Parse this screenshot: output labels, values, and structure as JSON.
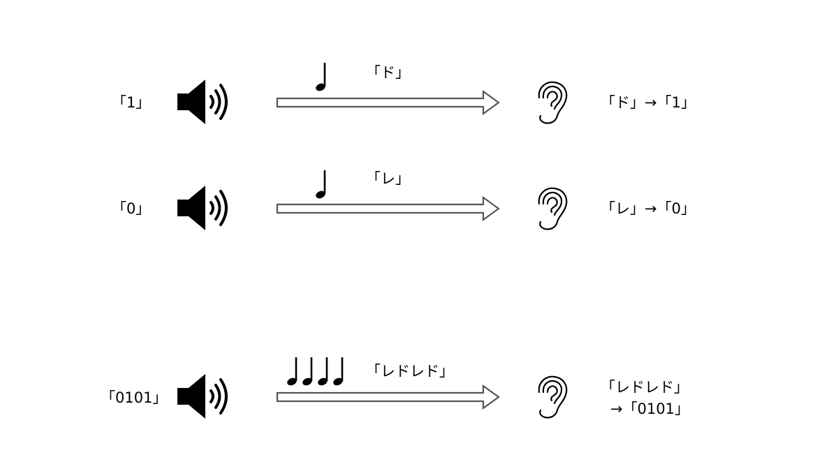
{
  "rows": [
    {
      "bits": "「1」",
      "tone": "「ド」",
      "note_count": 1,
      "result": "「ド」→「1」"
    },
    {
      "bits": "「0」",
      "tone": "「レ」",
      "note_count": 1,
      "result": "「レ」→「0」"
    },
    {
      "bits": "「0101」",
      "tone": "「レドレド」",
      "note_count": 4,
      "result_tone": "「レドレド」",
      "result_bits": "→「0101」"
    }
  ],
  "icons": {
    "speaker": "speaker-icon",
    "note": "quarter-note-icon",
    "arrow": "hollow-right-arrow",
    "ear": "ear-icon"
  }
}
